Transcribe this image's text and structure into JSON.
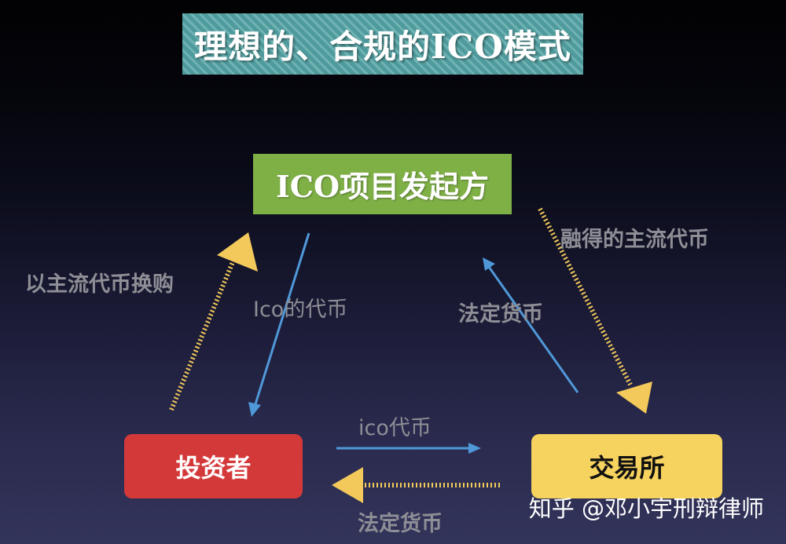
{
  "title": "理想的、合规的ICO模式",
  "nodes": {
    "initiator": "ICO项目发起方",
    "investor": "投资者",
    "exchange": "交易所"
  },
  "edges": {
    "investor_to_initiator": "以主流代币换购",
    "initiator_to_investor": "Ico的代币",
    "exchange_to_initiator": "法定货币",
    "initiator_to_exchange": "融得的主流代币",
    "investor_to_exchange": "ico代币",
    "exchange_to_investor": "法定货币"
  },
  "watermark": "知乎 @邓小宇刑辩律师",
  "colors": {
    "thick_arrow": "#f2c95a",
    "thin_arrow": "#4f98d8",
    "label": "#8e8e96",
    "initiator_fill": "#7fb046",
    "investor_fill": "#d4393a",
    "exchange_fill": "#f6d25e",
    "title_fill": "#5aa6a8"
  }
}
